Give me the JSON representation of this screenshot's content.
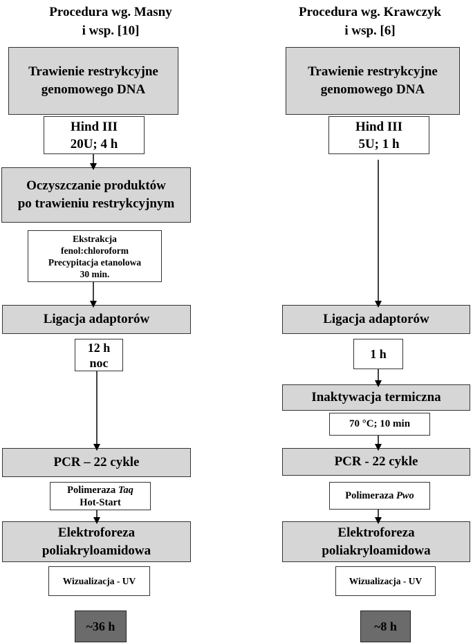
{
  "left": {
    "header": [
      "Procedura wg. Masny",
      "i wsp. [10]"
    ],
    "digestion": [
      "Trawienie restrykcyjne",
      "genomowego DNA"
    ],
    "enzyme": [
      "Hind III",
      "20U; 4 h"
    ],
    "purification": [
      "Oczyszczanie produktów",
      "po trawieniu restrykcyjnym"
    ],
    "extraction": [
      "Ekstrakcja",
      "fenol:chloroform",
      "Precypitacja etanolowa",
      "30 min."
    ],
    "ligation": "Ligacja adaptorów",
    "ligation_time": [
      "12 h",
      "noc"
    ],
    "pcr": "PCR – 22 cykle",
    "polymerase_prefix": "Polimeraza ",
    "polymerase_name": "Taq",
    "polymerase_suffix": "Hot-Start",
    "electrophoresis": [
      "Elektroforeza",
      "poliakryloamidowa"
    ],
    "visualization": "Wizualizacja - UV",
    "total": "~36 h"
  },
  "right": {
    "header": [
      "Procedura wg. Krawczyk",
      "i  wsp. [6]"
    ],
    "digestion": [
      "Trawienie restrykcyjne",
      "genomowego DNA"
    ],
    "enzyme": [
      "Hind III",
      "5U; 1 h"
    ],
    "ligation": "Ligacja adaptorów",
    "ligation_time": "1 h",
    "inactivation": "Inaktywacja termiczna",
    "inactivation_cond": "70 °C; 10 min",
    "pcr": "PCR - 22 cykle",
    "polymerase_prefix": "Polimeraza ",
    "polymerase_name": "Pwo",
    "electrophoresis": [
      "Elektroforeza",
      "poliakryloamidowa"
    ],
    "visualization": "Wizualizacja - UV",
    "total": "~8 h"
  }
}
